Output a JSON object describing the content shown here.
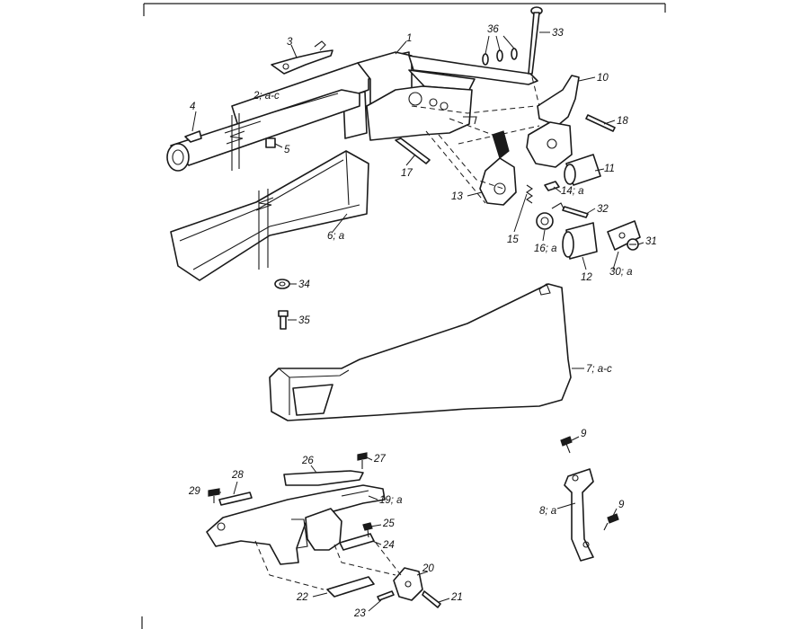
{
  "callouts": [
    {
      "id": "c1",
      "text": "1"
    },
    {
      "id": "c2",
      "text": "2; a-c"
    },
    {
      "id": "c3",
      "text": "3"
    },
    {
      "id": "c4",
      "text": "4"
    },
    {
      "id": "c5",
      "text": "5"
    },
    {
      "id": "c6",
      "text": "6; a"
    },
    {
      "id": "c7",
      "text": "7; a-c"
    },
    {
      "id": "c8",
      "text": "8; a"
    },
    {
      "id": "c9a",
      "text": "9"
    },
    {
      "id": "c9b",
      "text": "9"
    },
    {
      "id": "c10",
      "text": "10"
    },
    {
      "id": "c11",
      "text": "11"
    },
    {
      "id": "c12",
      "text": "12"
    },
    {
      "id": "c13",
      "text": "13"
    },
    {
      "id": "c14",
      "text": "14; a"
    },
    {
      "id": "c15",
      "text": "15"
    },
    {
      "id": "c16",
      "text": "16; a"
    },
    {
      "id": "c17",
      "text": "17"
    },
    {
      "id": "c18",
      "text": "18"
    },
    {
      "id": "c19",
      "text": "19; a"
    },
    {
      "id": "c20",
      "text": "20"
    },
    {
      "id": "c21",
      "text": "21"
    },
    {
      "id": "c22",
      "text": "22"
    },
    {
      "id": "c23",
      "text": "23"
    },
    {
      "id": "c24",
      "text": "24"
    },
    {
      "id": "c25",
      "text": "25"
    },
    {
      "id": "c26",
      "text": "26"
    },
    {
      "id": "c27",
      "text": "27"
    },
    {
      "id": "c28",
      "text": "28"
    },
    {
      "id": "c29",
      "text": "29"
    },
    {
      "id": "c30",
      "text": "30; a"
    },
    {
      "id": "c31",
      "text": "31"
    },
    {
      "id": "c32",
      "text": "32"
    },
    {
      "id": "c33",
      "text": "33"
    },
    {
      "id": "c34",
      "text": "34"
    },
    {
      "id": "c35",
      "text": "35"
    },
    {
      "id": "c36",
      "text": "36"
    }
  ]
}
